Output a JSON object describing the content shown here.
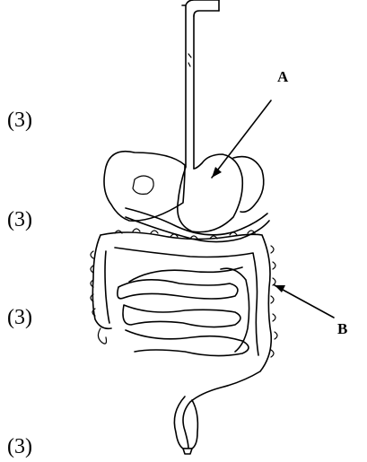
{
  "marks": [
    "(3)",
    "(3)",
    "(3)",
    "(3)"
  ],
  "labels": {
    "a": "A",
    "b": "B"
  }
}
